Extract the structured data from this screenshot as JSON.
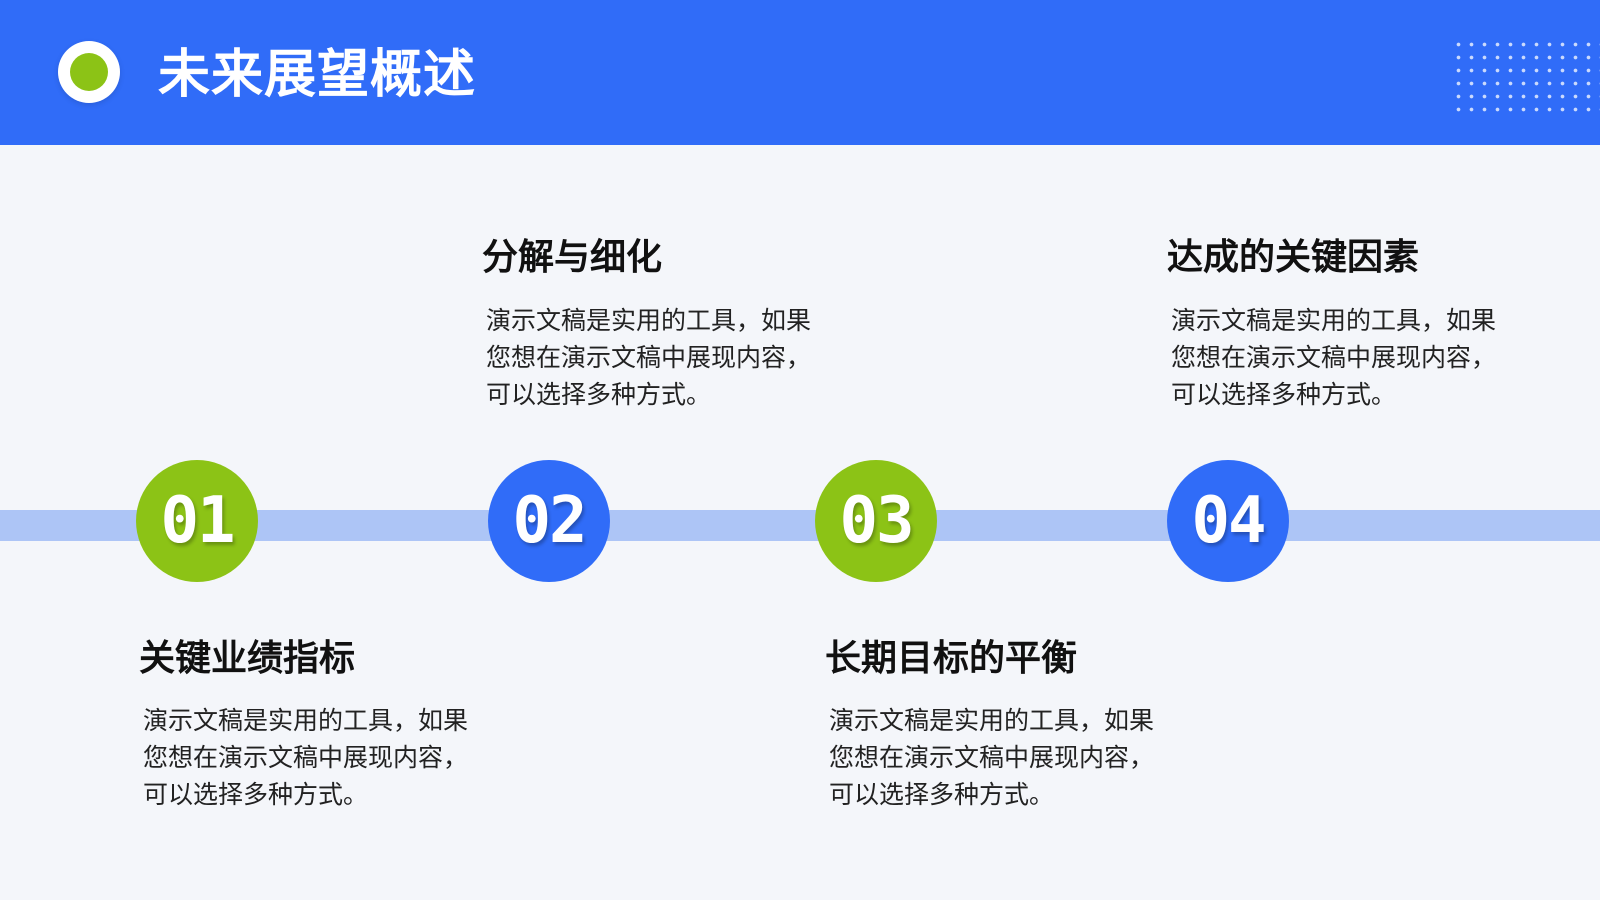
{
  "header": {
    "title": "未来展望概述",
    "accent_color": "#306cf8",
    "logo_color": "#8cc316",
    "logo_icon": "ring-dot-icon",
    "decoration_icon": "dot-grid-icon"
  },
  "steps": [
    {
      "number": "01",
      "color": "#8cc316",
      "title": "关键业绩指标",
      "description": "演示文稿是实用的工具，如果您想在演示文稿中展现内容，可以选择多种方式。"
    },
    {
      "number": "02",
      "color": "#306cf8",
      "title": "分解与细化",
      "description": "演示文稿是实用的工具，如果您想在演示文稿中展现内容，可以选择多种方式。"
    },
    {
      "number": "03",
      "color": "#8cc316",
      "title": "长期目标的平衡",
      "description": "演示文稿是实用的工具，如果您想在演示文稿中展现内容，可以选择多种方式。"
    },
    {
      "number": "04",
      "color": "#306cf8",
      "title": "达成的关键因素",
      "description": "演示文稿是实用的工具，如果您想在演示文稿中展现内容，可以选择多种方式。"
    }
  ]
}
